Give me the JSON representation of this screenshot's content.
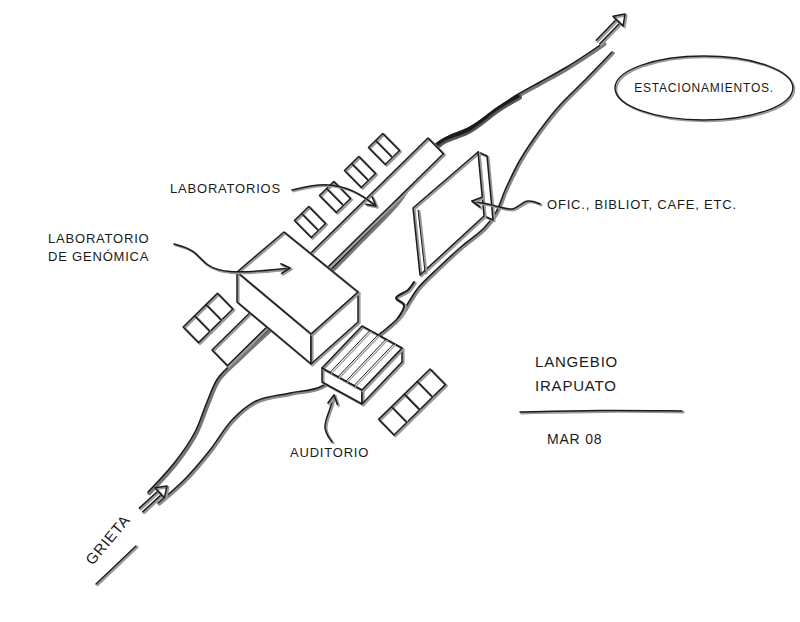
{
  "diagram": {
    "nodes": [
      {
        "text": [
          "ESTACIONAMIENTOS."
        ]
      }
    ],
    "labels": [
      "LABORATORIOS",
      "LABORATORIO DE GENÓMICA",
      "OFIC., BIBLIOT, CAFE, ETC.",
      "AUDITORIO",
      "GRIETA",
      "LANGEBIO IRAPUATO",
      "MAR 08"
    ]
  }
}
